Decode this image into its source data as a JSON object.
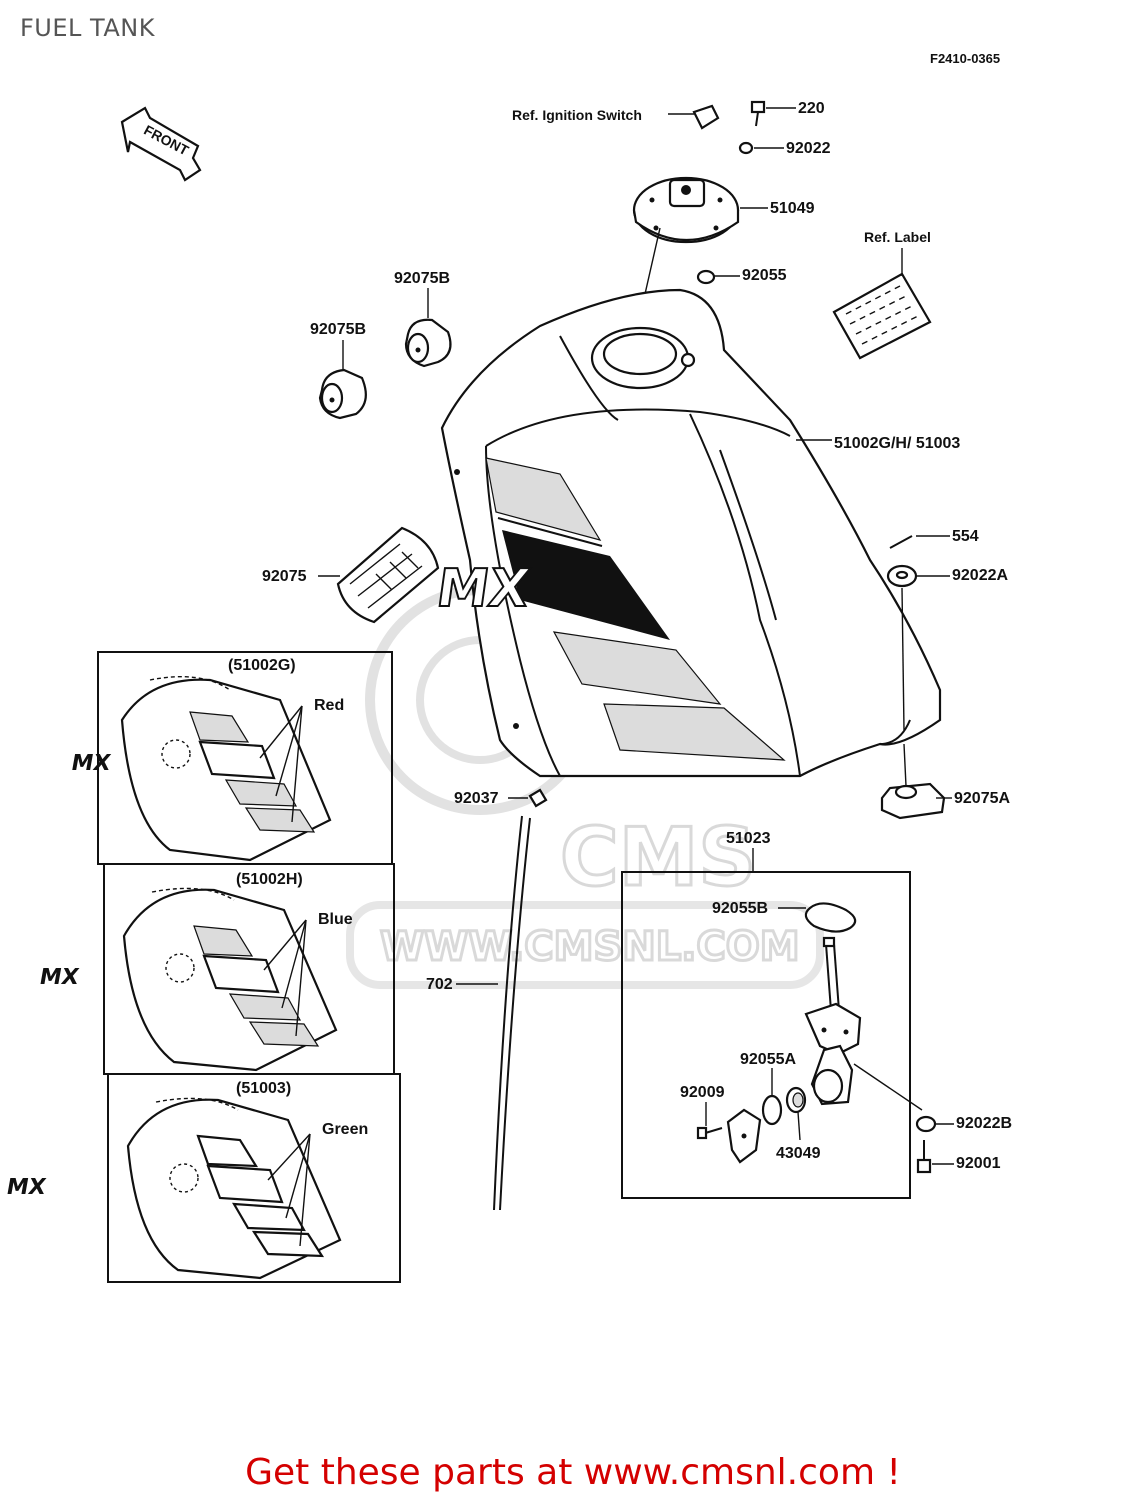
{
  "header": {
    "title": "FUEL TANK",
    "drawing_code": "F2410-0365"
  },
  "watermark": {
    "brand": "CMS",
    "site": "WWW.CMSNL.COM"
  },
  "front_arrow": "FRONT",
  "callouts": {
    "ref_ignition_switch": "Ref. Ignition Switch",
    "p220": "220",
    "p92022": "92022",
    "p51049": "51049",
    "ref_label": "Ref. Label",
    "p92055": "92055",
    "p92075b_top": "92075B",
    "p92075b_left": "92075B",
    "p51002": "51002G/H/ 51003",
    "p554": "554",
    "p92022a": "92022A",
    "p92075": "92075",
    "p92075a": "92075A",
    "p92037": "92037",
    "p51023": "51023",
    "p92055b": "92055B",
    "p702": "702",
    "p92055a": "92055A",
    "p92009": "92009",
    "p92022b": "92022B",
    "p43049": "43049",
    "p92001": "92001"
  },
  "variants": [
    {
      "code": "(51002G)",
      "color_label": "Red"
    },
    {
      "code": "(51002H)",
      "color_label": "Blue"
    },
    {
      "code": "(51003)",
      "color_label": "Green"
    }
  ],
  "tank_decal": "MX",
  "footer": {
    "cta": "Get these parts at www.cmsnl.com !"
  }
}
